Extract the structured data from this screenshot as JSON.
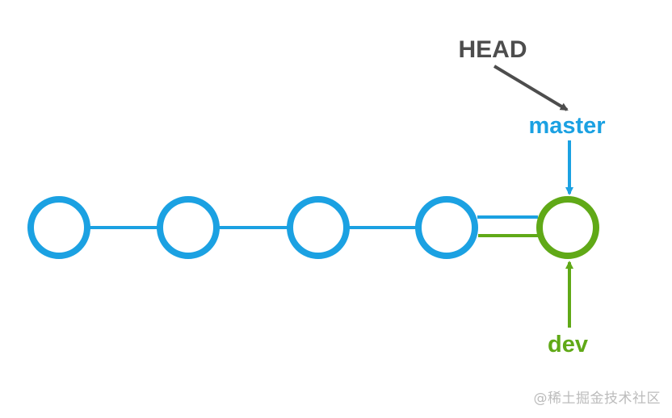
{
  "labels": {
    "head": "HEAD",
    "master": "master",
    "dev": "dev"
  },
  "watermark": "@稀土掘金技术社区",
  "colors": {
    "blue": "#1ba1e2",
    "green": "#60a917",
    "dark": "#4d4d4d",
    "watermark": "#bcbcbc"
  },
  "commits": [
    {
      "branch": "master"
    },
    {
      "branch": "master"
    },
    {
      "branch": "master"
    },
    {
      "branch": "master"
    },
    {
      "branch": "dev"
    }
  ]
}
